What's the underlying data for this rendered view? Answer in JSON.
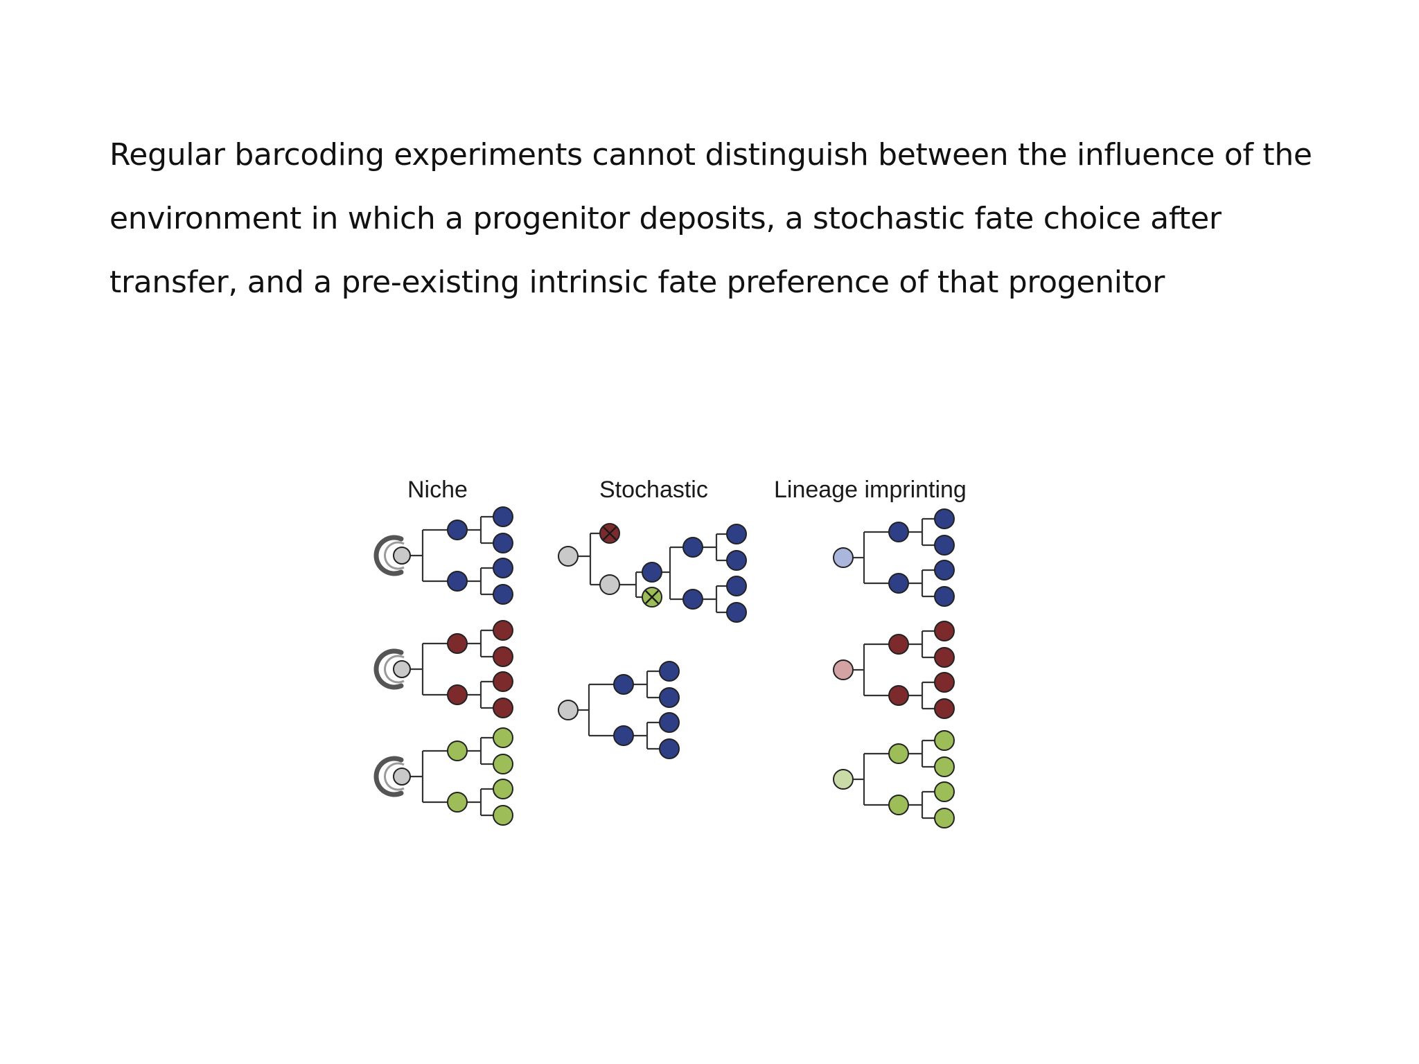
{
  "slide": {
    "paragraph_lines": [
      "Regular barcoding experiments cannot distinguish between the influence of the",
      "environment in which a progenitor deposits, a stochastic fate choice after",
      "transfer, and a pre-existing intrinsic fate preference of that progenitor"
    ]
  },
  "figure": {
    "panels": [
      {
        "id": "niche",
        "label": "Niche"
      },
      {
        "id": "stochastic",
        "label": "Stochastic"
      },
      {
        "id": "lineage",
        "label": "Lineage imprinting"
      }
    ]
  },
  "colors": {
    "blue": "#2f3f85",
    "red": "#7d2a2c",
    "green": "#9cbd57",
    "grey_progenitor": "#c9c9c9",
    "light_blue_progenitor": "#aab6dc",
    "light_red_progenitor": "#d3a2a2",
    "light_green_progenitor": "#c9dba6",
    "niche_arc": "#555555"
  },
  "icons": {
    "niche": "niche-arc-icon",
    "cell_death": "cross-mark-icon"
  }
}
